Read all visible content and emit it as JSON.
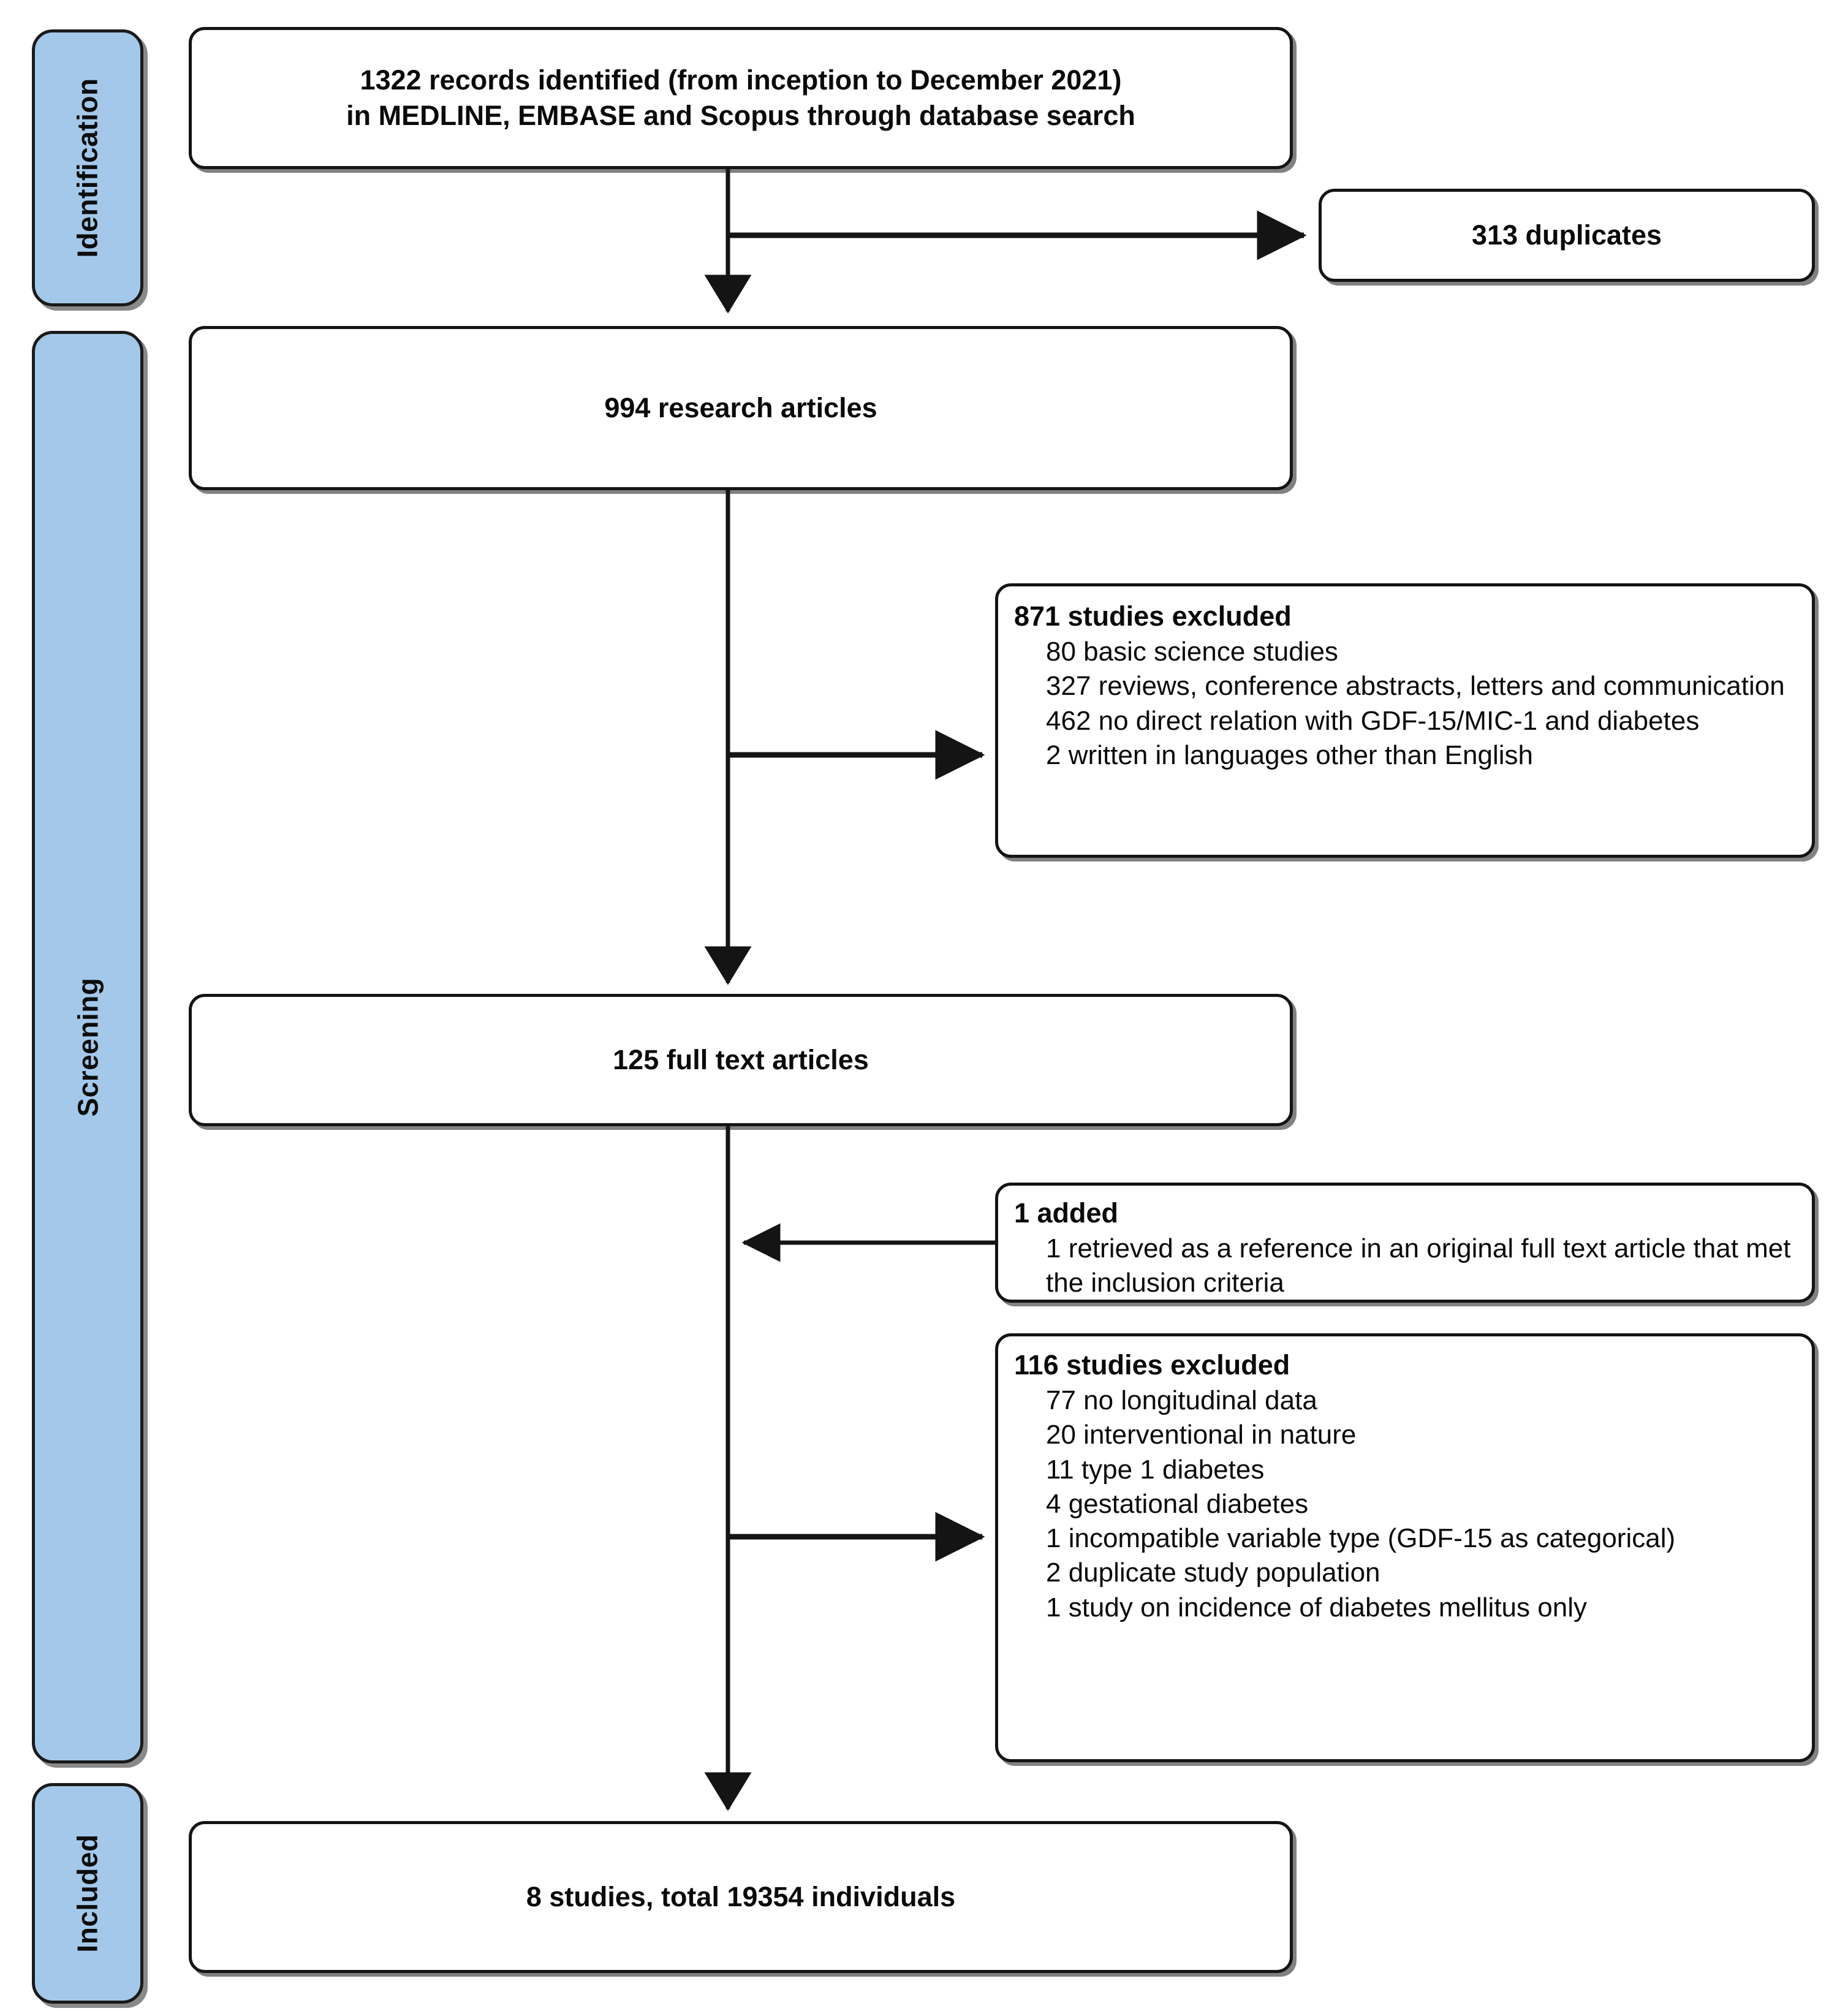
{
  "diagram": {
    "type": "prisma-flow-diagram",
    "accent_color": "#A4C8E9",
    "line_color": "#141414",
    "background": "#ffffff"
  },
  "phases": [
    {
      "id": "identification",
      "label": "Identification"
    },
    {
      "id": "screening",
      "label": "Screening"
    },
    {
      "id": "included",
      "label": "Included"
    }
  ],
  "nodes": {
    "identified": {
      "line1": "1322 records identified (from inception to December 2021)",
      "line2": "in MEDLINE, EMBASE and Scopus through database search"
    },
    "duplicates": {
      "label": "313 duplicates"
    },
    "research_articles": {
      "label": "994 research articles"
    },
    "excluded_871": {
      "heading": "871 studies excluded",
      "reasons": [
        "80 basic science studies",
        "327 reviews, conference abstracts, letters and communication",
        "462 no direct relation with GDF-15/MIC-1 and diabetes",
        "2 written in languages other than English"
      ]
    },
    "full_text": {
      "label": "125 full text articles"
    },
    "added_1": {
      "heading": "1 added",
      "reasons": [
        "1 retrieved as a reference in an original full text article that met the inclusion criteria"
      ]
    },
    "excluded_116": {
      "heading": "116 studies excluded",
      "reasons": [
        "77 no longitudinal data",
        "20 interventional in nature",
        "11 type 1 diabetes",
        "4 gestational diabetes",
        "1 incompatible variable type (GDF-15 as categorical)",
        "2 duplicate study population",
        "1 study on incidence of diabetes mellitus only"
      ]
    },
    "included_final": {
      "label": "8 studies, total 19354 individuals"
    }
  }
}
